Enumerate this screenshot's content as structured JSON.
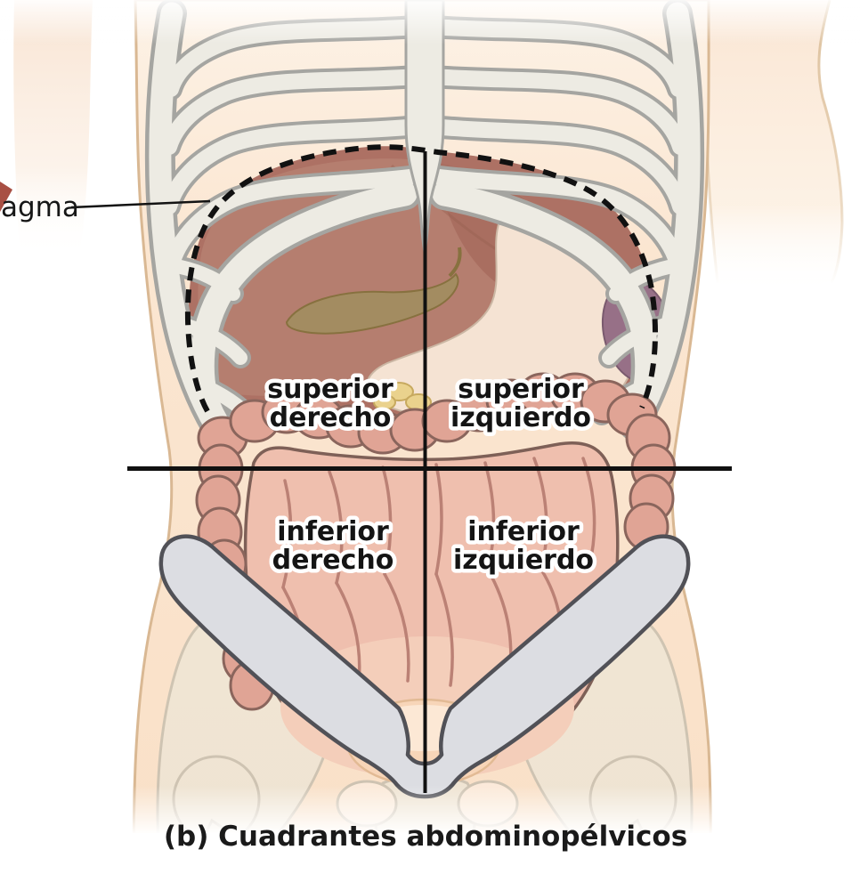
{
  "figure": {
    "caption": "(b) Cuadrantes abdominopélvicos",
    "annotation": {
      "label_fragment": "agma"
    },
    "quadrant_labels": {
      "superior_right": {
        "line1": "superior",
        "line2": "derecho"
      },
      "superior_left": {
        "line1": "superior",
        "line2": "izquierdo"
      },
      "inferior_right": {
        "line1": "inferior",
        "line2": "derecho"
      },
      "inferior_left": {
        "line1": "inferior",
        "line2": "izquierdo"
      }
    }
  },
  "colors": {
    "skin": "#fbe5cf",
    "skin_outline": "#d9b893",
    "bone": "#edebe3",
    "bone_outline": "#a5a5a1",
    "cavity": "#ad7164",
    "liver": "#b57e6f",
    "liver_dark": "#a76b5e",
    "stomach": "#f5e3d3",
    "spleen": "#977087",
    "gallbladder": "#a38c61",
    "omentum_yellow": "#ead28d",
    "colon": "#e0a495",
    "colon_outline": "#8a655c",
    "intestine": "#efbfae",
    "intestine_crease": "#bb8175",
    "pelvis_bone": "#dcdde2",
    "pelvis_outline": "#515157",
    "bladder": "#f7d5b8",
    "line_black": "#111111"
  }
}
